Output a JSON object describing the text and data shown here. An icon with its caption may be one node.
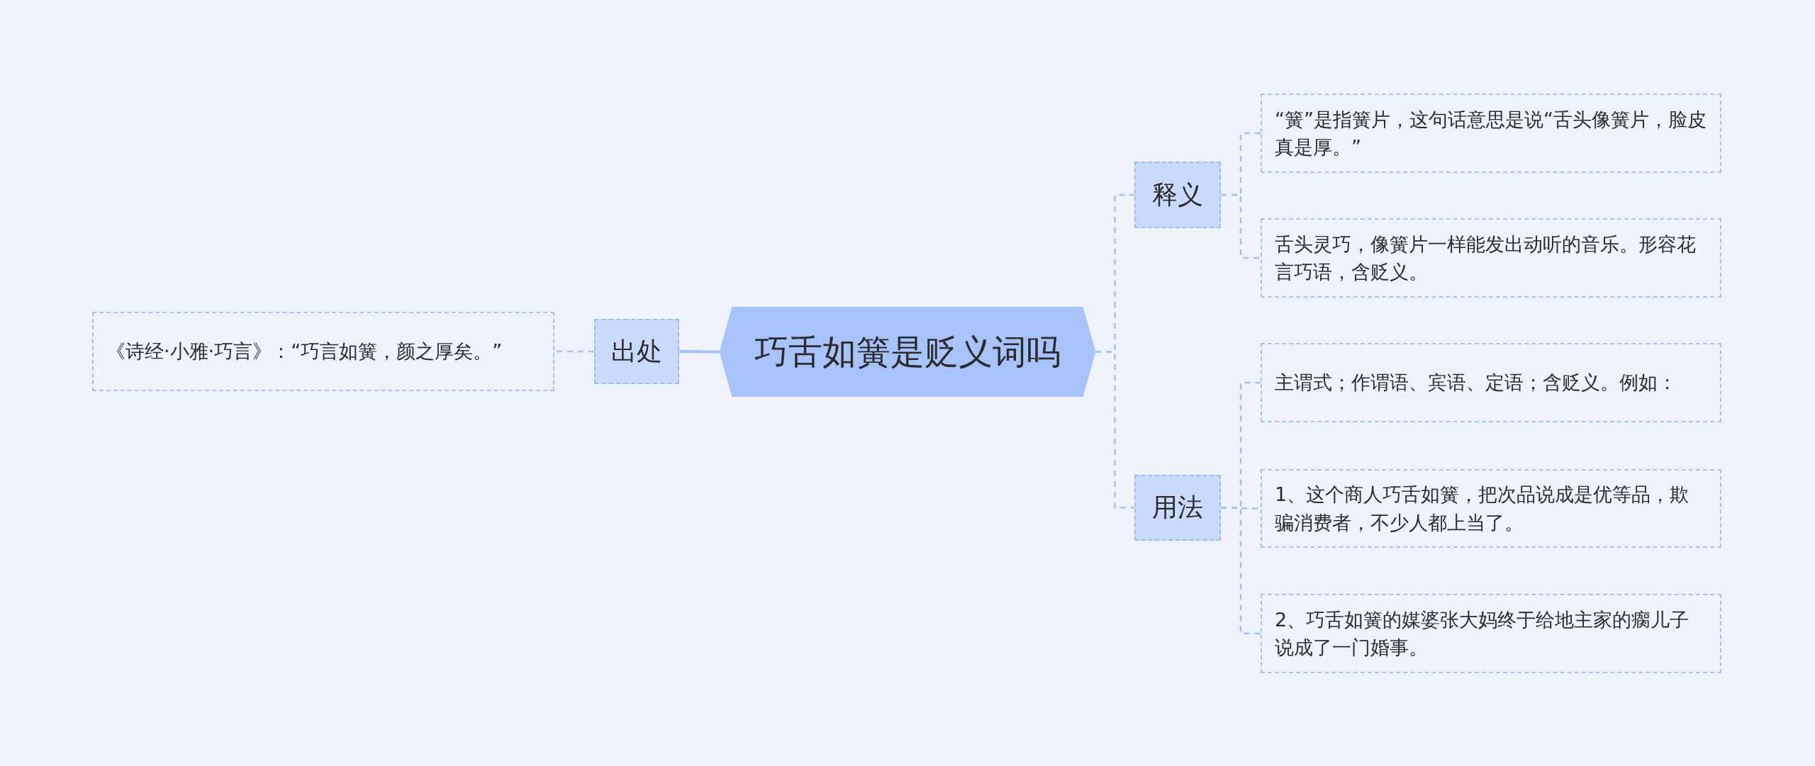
{
  "diagram": {
    "nodes": [
      {
        "text": [
          "巧舌如簧是贬义词吗"
        ]
      },
      {
        "text": [
          "出处"
        ]
      },
      {
        "text": [
          "《诗经·小雅·巧言》：“巧言如簧，颜之厚矣。”"
        ]
      },
      {
        "text": [
          "释义"
        ]
      },
      {
        "text": [
          "“簧”是指簧片，这句话意思是说“舌头像簧片，脸皮真是厚。”"
        ]
      },
      {
        "text": [
          "舌头灵巧，像簧片一样能发出动听的音乐。形容花言巧语，含贬义。"
        ]
      },
      {
        "text": [
          "用法"
        ]
      },
      {
        "text": [
          "主谓式；作谓语、宾语、定语；含贬义。例如："
        ]
      },
      {
        "text": [
          "1、这个商人巧舌如簧，把次品说成是优等品，欺骗消费者，不少人都上当了。"
        ]
      },
      {
        "text": [
          "2、巧舌如簧的媒婆张大妈终于给地主家的瘸儿子说成了一门婚事。"
        ]
      }
    ],
    "edges": [
      {
        "from": 0,
        "to": 1,
        "arrow": "none"
      },
      {
        "from": 1,
        "to": 2,
        "arrow": "none",
        "style": "dashed"
      },
      {
        "from": 0,
        "to": 3,
        "arrow": "none",
        "style": "dashed"
      },
      {
        "from": 3,
        "to": 4,
        "arrow": "none",
        "style": "dashed"
      },
      {
        "from": 3,
        "to": 5,
        "arrow": "none",
        "style": "dashed"
      },
      {
        "from": 0,
        "to": 6,
        "arrow": "none",
        "style": "dashed"
      },
      {
        "from": 6,
        "to": 7,
        "arrow": "none",
        "style": "dashed"
      },
      {
        "from": 6,
        "to": 8,
        "arrow": "none",
        "style": "dashed"
      },
      {
        "from": 6,
        "to": 9,
        "arrow": "none",
        "style": "dashed"
      }
    ]
  }
}
